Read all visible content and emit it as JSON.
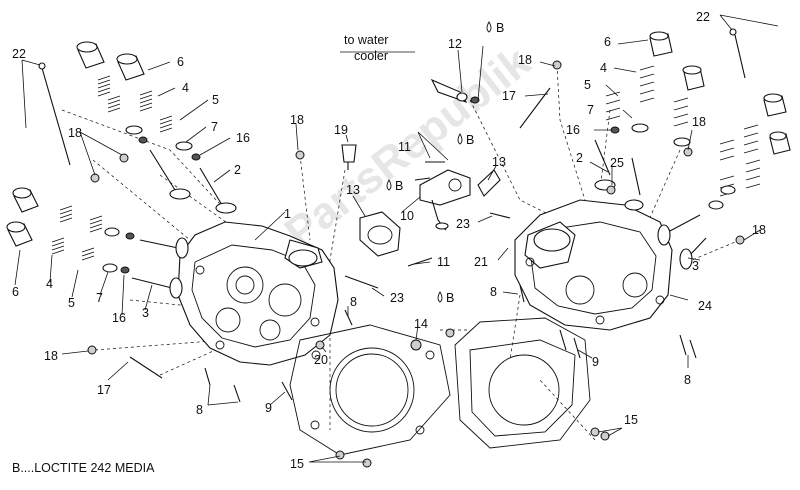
{
  "diagram": {
    "annotation": "to water\ncooler",
    "footnote": "B....LOCTITE 242 MEDIA",
    "loctite_symbol": "B",
    "watermark": "PartsRepublik",
    "labels_left": [
      "22",
      "6",
      "4",
      "5",
      "7",
      "16",
      "2",
      "18",
      "18",
      "19",
      "1",
      "6",
      "4",
      "5",
      "7",
      "16",
      "3",
      "17",
      "18",
      "8",
      "9",
      "8",
      "20",
      "14",
      "15",
      "13",
      "10",
      "11",
      "23",
      "11",
      "12"
    ],
    "labels_right": [
      "22",
      "6",
      "4",
      "5",
      "7",
      "16",
      "2",
      "25",
      "18",
      "18",
      "17",
      "18",
      "21",
      "8",
      "9",
      "8",
      "3",
      "24",
      "15"
    ]
  }
}
